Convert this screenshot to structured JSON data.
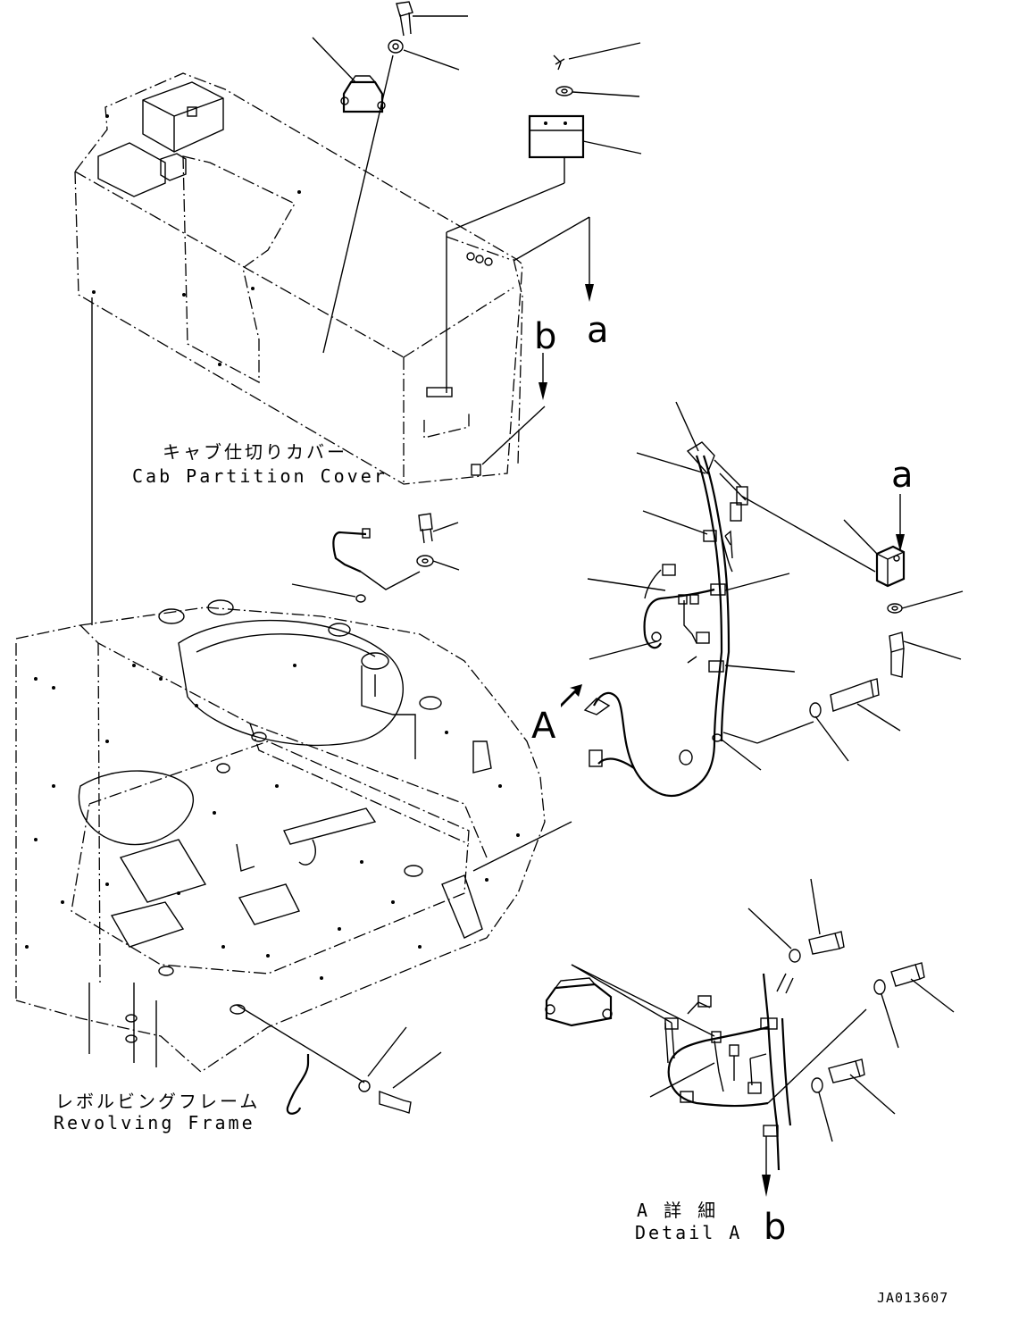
{
  "figure_code": "JA013607",
  "cab_cover": {
    "label_ja": "キャブ仕切りカバー",
    "label_en": "Cab Partition Cover"
  },
  "frame": {
    "label_ja": "レボルビングフレーム",
    "label_en": "Revolving Frame"
  },
  "detail": {
    "label_ja": "A 詳 細",
    "label_en": "Detail A",
    "view_marker": "A"
  },
  "refs": {
    "a_top": "a",
    "b_top": "b",
    "a_right": "a",
    "b_bottom": "b"
  }
}
